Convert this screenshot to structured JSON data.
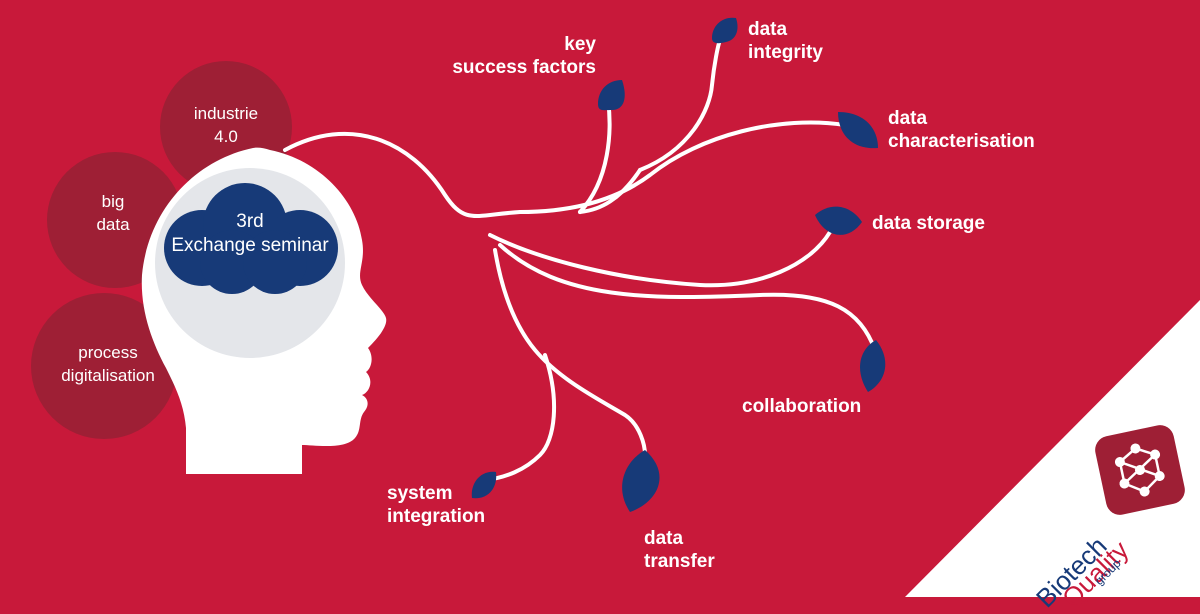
{
  "colors": {
    "background": "#c8193a",
    "bubble": "#9e1f35",
    "navy": "#173a78",
    "head": "#ffffff",
    "brain": "#e4e6ea",
    "corner": "#ffffff"
  },
  "center": {
    "line1": "3rd",
    "line2": "Exchange seminar"
  },
  "bubbles": [
    {
      "line1": "industrie",
      "line2": "4.0"
    },
    {
      "line1": "big",
      "line2": "data"
    },
    {
      "line1": "process",
      "line2": "digitalisation"
    }
  ],
  "branches": [
    {
      "line1": "key",
      "line2": "success factors"
    },
    {
      "line1": "data",
      "line2": "integrity"
    },
    {
      "line1": "data",
      "line2": "characterisation"
    },
    {
      "line1": "data storage"
    },
    {
      "line1": "collaboration"
    },
    {
      "line1": "system",
      "line2": "integration"
    },
    {
      "line1": "data",
      "line2": "transfer"
    }
  ],
  "logo": {
    "word1": "Biotech",
    "word2": "Quality",
    "word3": "group",
    "icon": "molecule-icon"
  }
}
